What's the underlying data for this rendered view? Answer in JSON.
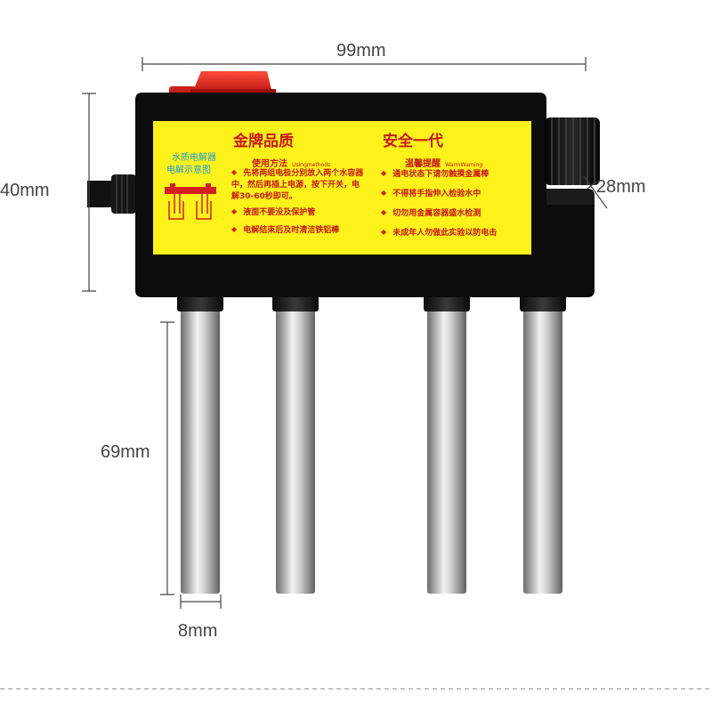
{
  "dimensions": {
    "width": "99mm",
    "height": "40mm",
    "cap_depth": "28mm",
    "electrode_length": "69mm",
    "electrode_diameter": "8mm"
  },
  "label": {
    "title_left": "金牌品质",
    "title_right": "安全一代",
    "diagram_title_1": "水质电解器",
    "diagram_title_2": "电解示意图",
    "usage_heading": "使用方法",
    "usage_heading_en": "Usingmethods",
    "usage_items": [
      "先将两组电极分别放入两个水容器中，然后再插上电源，按下开关，电解30-60秒即可。",
      "液面不要没及保护管",
      "电解结束后及时清洁铁铝棒"
    ],
    "warning_heading": "温馨提醒",
    "warning_heading_en": "WarmWarning",
    "warning_items": [
      "通电状态下请勿触摸金属棒",
      "不得将手指伸入检验水中",
      "切勿用金属容器盛水检测",
      "未成年人勿做此实验以防电击"
    ]
  },
  "colors": {
    "label_yellow": "#fdf21a",
    "body_black": "#0c0c0c",
    "switch_red": "#e8201a",
    "text_red": "#c81818",
    "text_blue": "#1e9ad6"
  }
}
